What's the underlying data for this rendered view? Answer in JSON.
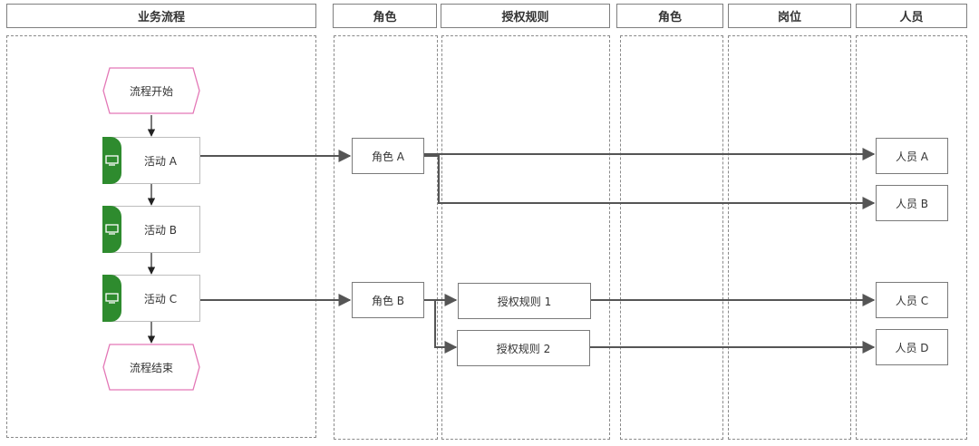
{
  "lanes": [
    {
      "title": "业务流程"
    },
    {
      "title": "角色"
    },
    {
      "title": "授权规则"
    },
    {
      "title": "角色"
    },
    {
      "title": "岗位"
    },
    {
      "title": "人员"
    }
  ],
  "process": {
    "start": "流程开始",
    "end": "流程结束",
    "activities": [
      "活动 A",
      "活动 B",
      "活动 C"
    ]
  },
  "roles": [
    "角色 A",
    "角色 B"
  ],
  "rules": [
    "授权规则 1",
    "授权规则 2"
  ],
  "people": [
    "人员 A",
    "人员 B",
    "人员 C",
    "人员 D"
  ],
  "colors": {
    "activity_tab": "#2e8b2e",
    "event_border": "#e377b6",
    "connector": "#555555",
    "lane_border": "#8a8a8a"
  },
  "icons": {
    "activity": "monitor-icon"
  }
}
